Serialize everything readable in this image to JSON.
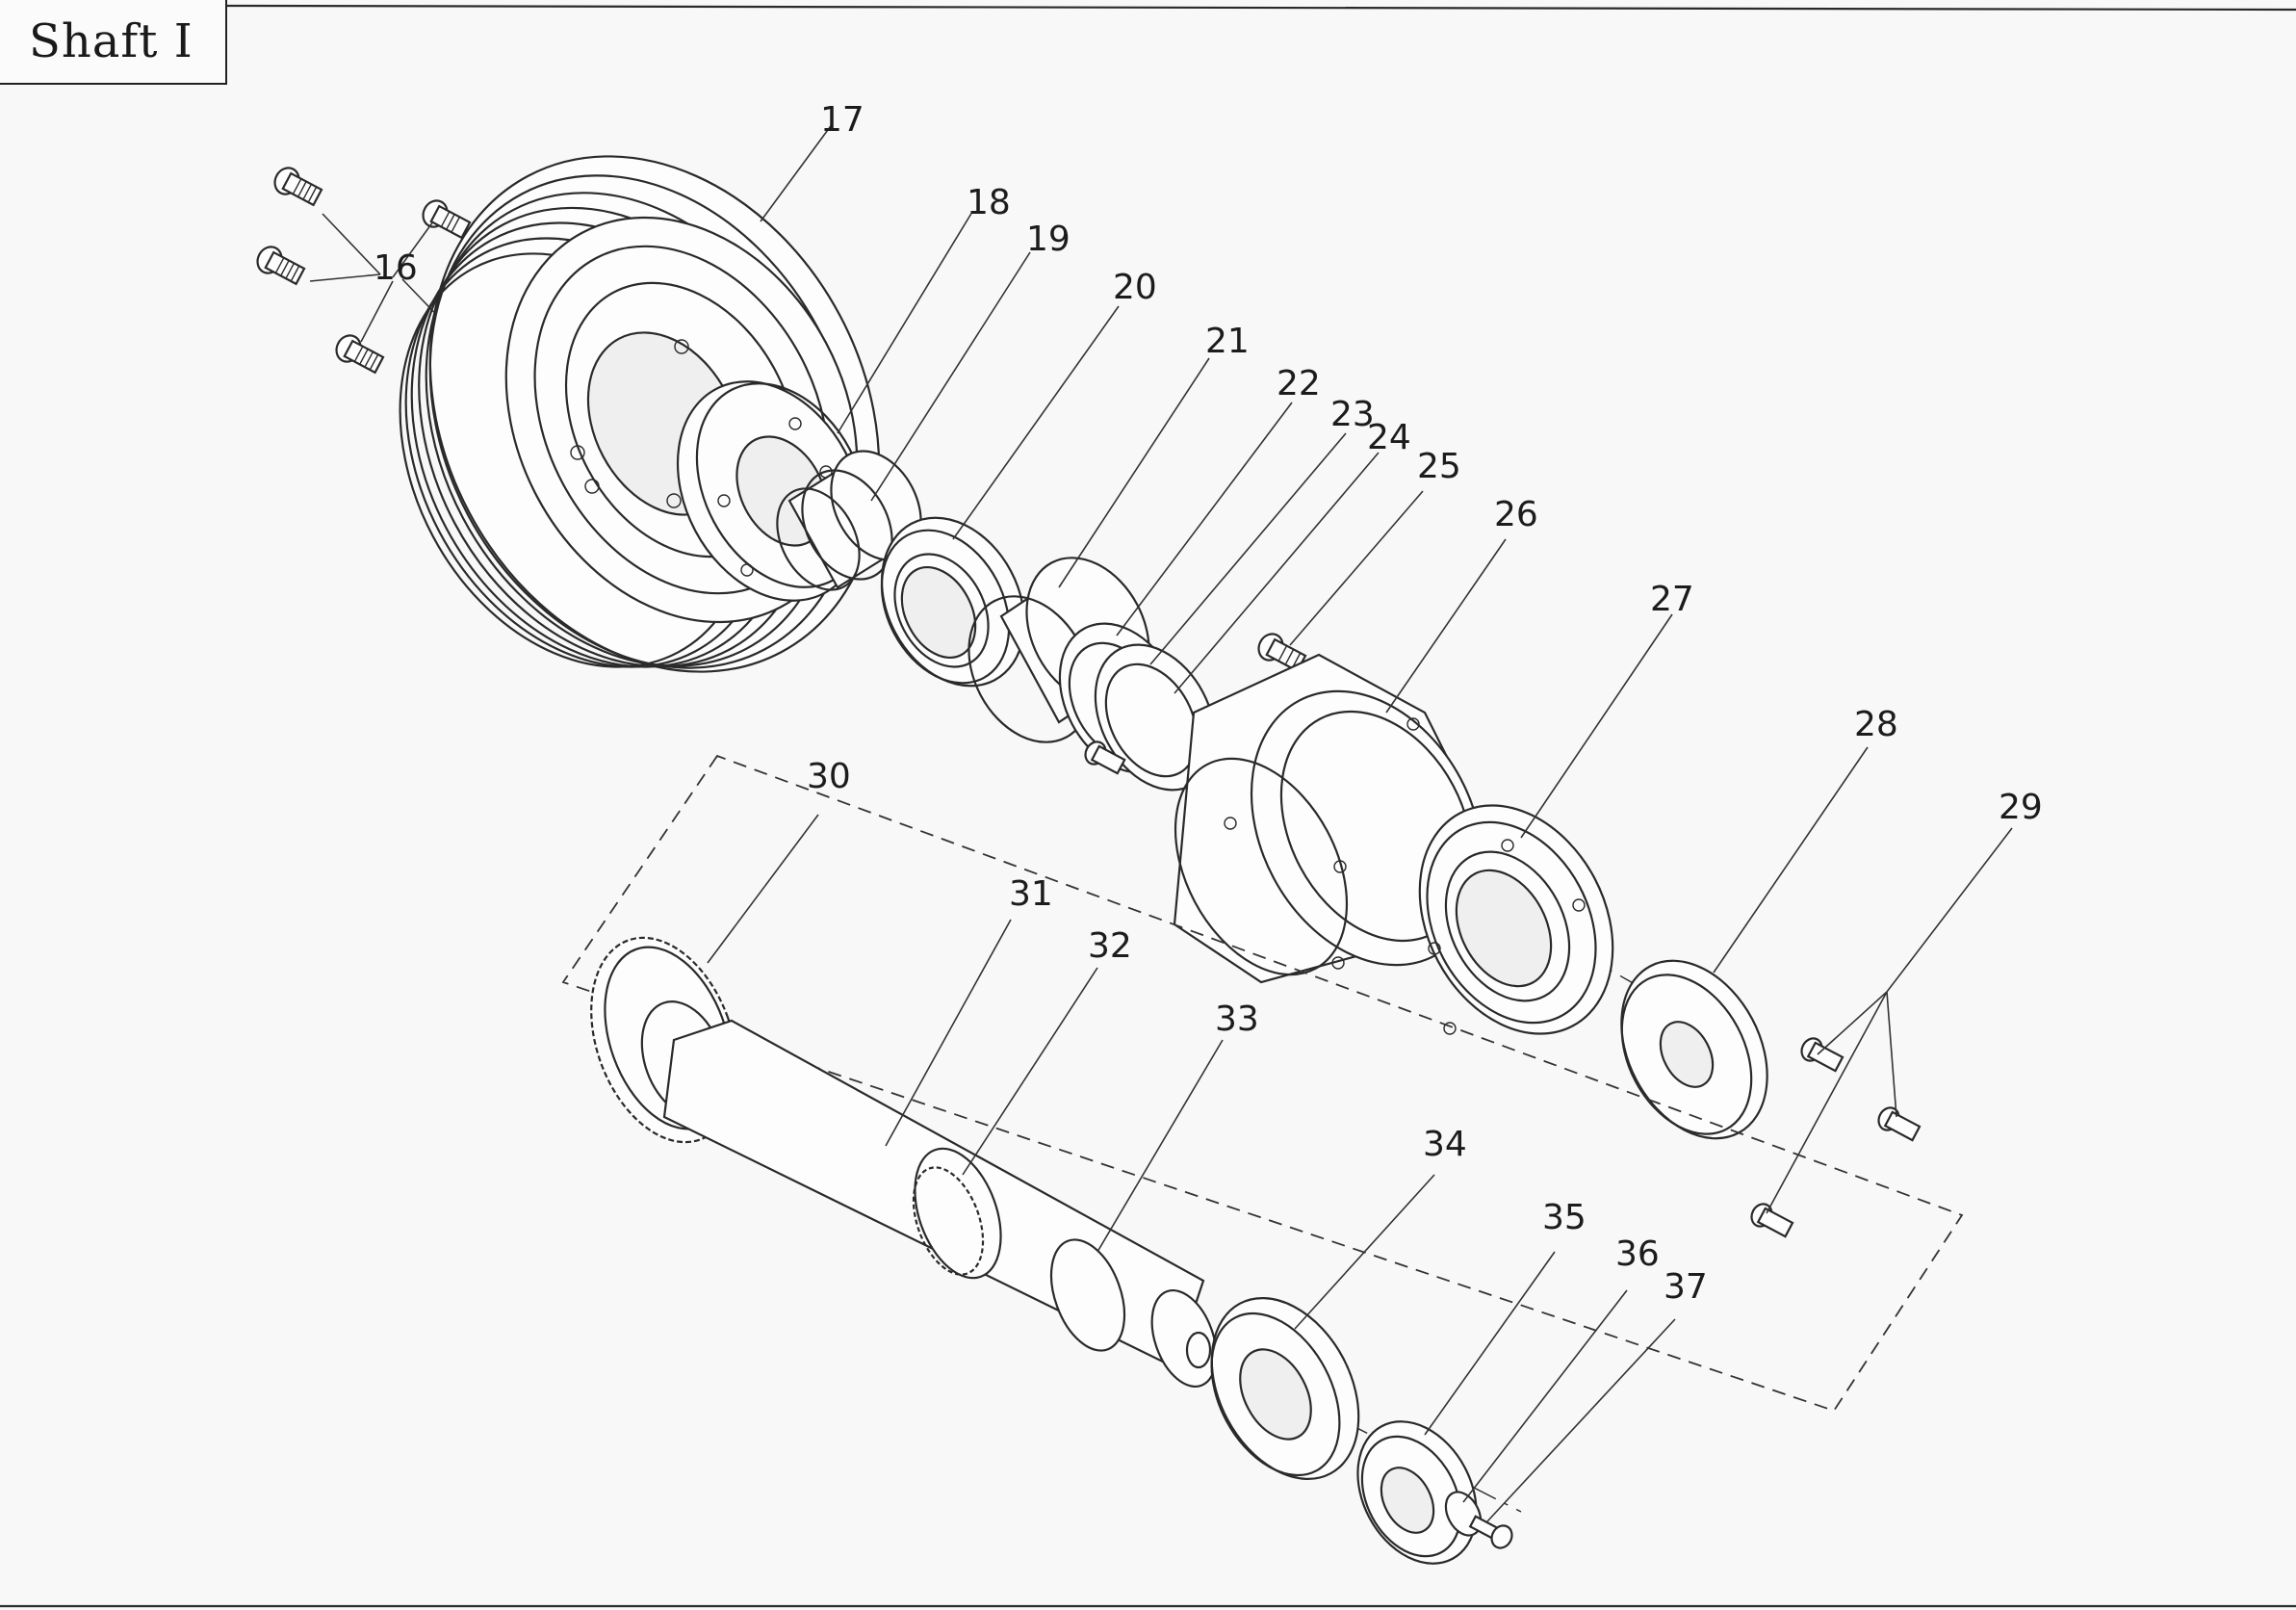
{
  "title": "Shaft I",
  "part_labels": [
    "16",
    "17",
    "18",
    "19",
    "20",
    "21",
    "22",
    "23",
    "24",
    "25",
    "26",
    "27",
    "28",
    "29",
    "30",
    "31",
    "32",
    "33",
    "34",
    "35",
    "36",
    "37"
  ],
  "icons": {
    "screw": "cap-screw-icon",
    "pulley": "v-belt-pulley-icon",
    "bearing": "ball-bearing-icon",
    "gear": "spur-gear-icon"
  },
  "colors": {
    "line": "#2a2a2a",
    "paper": "#f8f8f8"
  }
}
